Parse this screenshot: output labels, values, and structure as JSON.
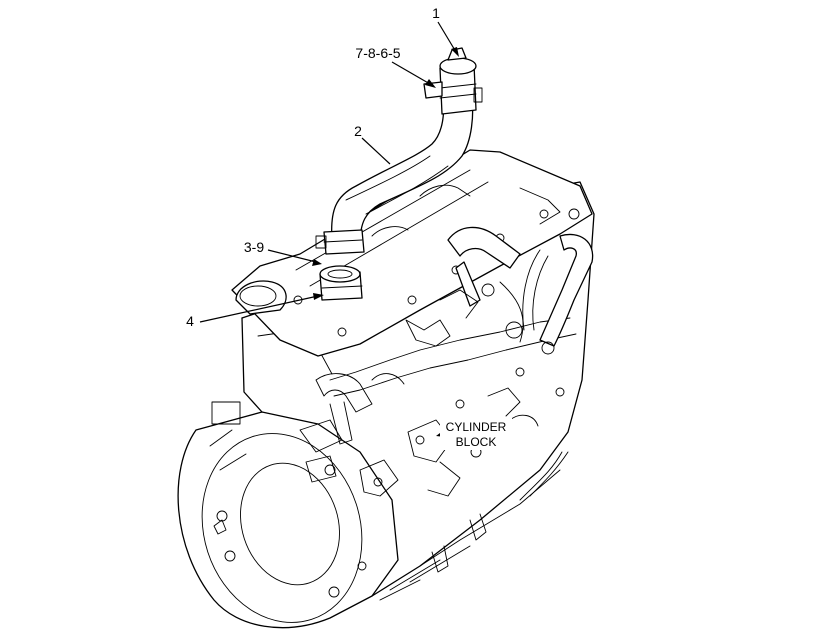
{
  "callouts": {
    "c1": "1",
    "c2": "2",
    "c3": "3-9",
    "c4": "4",
    "c5": "7-8-6-5"
  },
  "part_label": {
    "line1": "CYLINDER",
    "line2": "BLOCK"
  }
}
